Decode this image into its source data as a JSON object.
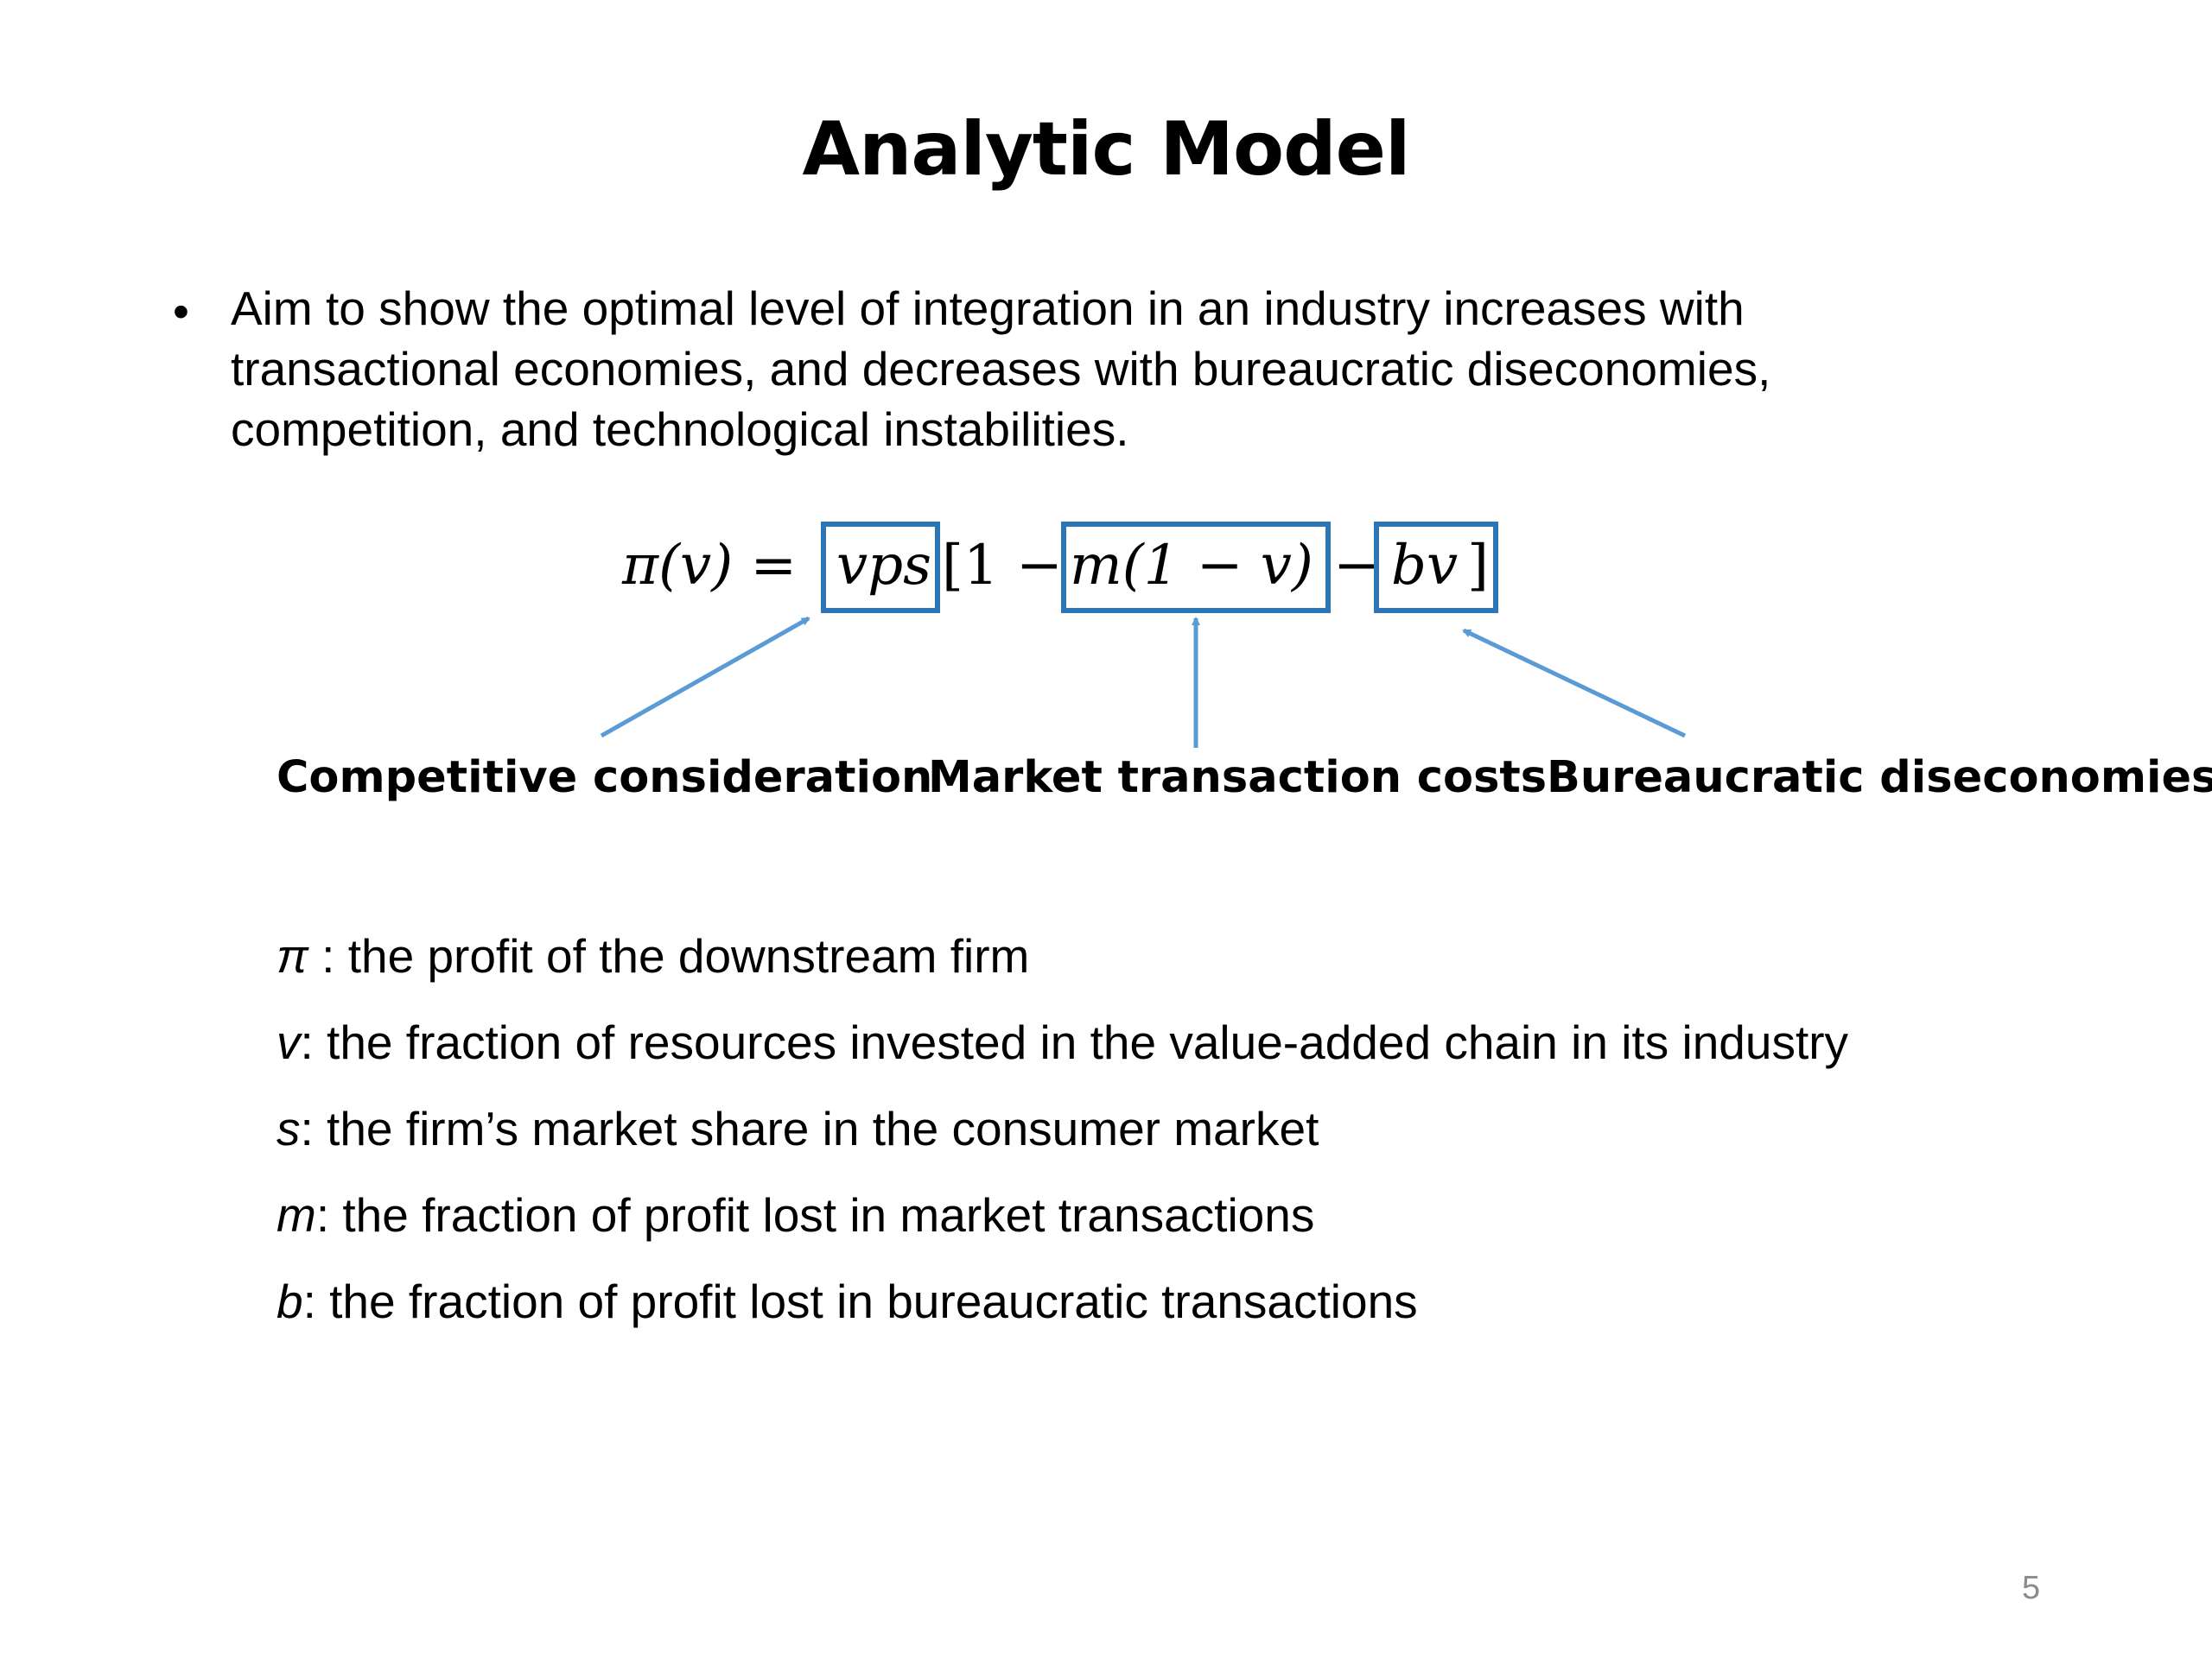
{
  "slide": {
    "title": "Analytic Model",
    "bullet": {
      "marker": "•",
      "lines": [
        "Aim to show the optimal level of integration in an industry increases with",
        "transactional economies, and decreases with bureaucratic diseconomies,",
        "competition, and technological instabilities."
      ]
    },
    "equation": {
      "lhs": "π(v) =",
      "term_vps": "vps",
      "open": "[1 −",
      "term_m": "m(1 − v)",
      "minus": "−",
      "term_b": "bv",
      "close": "]"
    },
    "callouts": {
      "competitive": "Competitive consideration",
      "market": "Market transaction costs",
      "bureaucratic": "Bureaucratic diseconomies"
    },
    "definitions": [
      {
        "symbol": "π",
        "text": " : the profit of the downstream firm"
      },
      {
        "symbol": "v",
        "text": ": the fraction of resources invested in the value-added chain in its industry"
      },
      {
        "symbol": "s",
        "text": ": the firm’s market share in the consumer market"
      },
      {
        "symbol": "m",
        "text": ": the fraction of profit lost in market transactions"
      },
      {
        "symbol": "b",
        "text": ": the fraction of profit lost in bureaucratic transactions"
      }
    ],
    "page_number": "5"
  },
  "colors": {
    "box_border": "#2e75b6",
    "arrow": "#5b9bd5",
    "page_number": "#8c8c8c"
  }
}
